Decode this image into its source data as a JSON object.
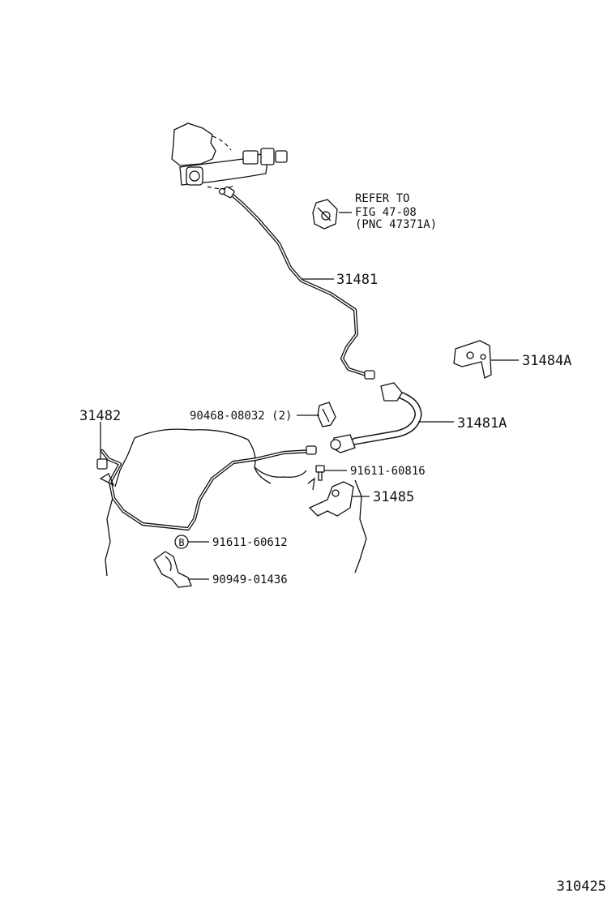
{
  "callouts": {
    "refer_line1": "REFER TO",
    "refer_line2": "FIG 47-08",
    "refer_line3": "(PNC 47371A)",
    "p31481": "31481",
    "p31484a": "31484A",
    "p31481a": "31481A",
    "p31482": "31482",
    "p90468": "90468-08032 (2)",
    "p91611_816": "91611-60816",
    "p31485": "31485",
    "p91611_612": "91611-60612",
    "p90949": "90949-01436",
    "bolt_marker": "B"
  },
  "figure_number": "310425"
}
